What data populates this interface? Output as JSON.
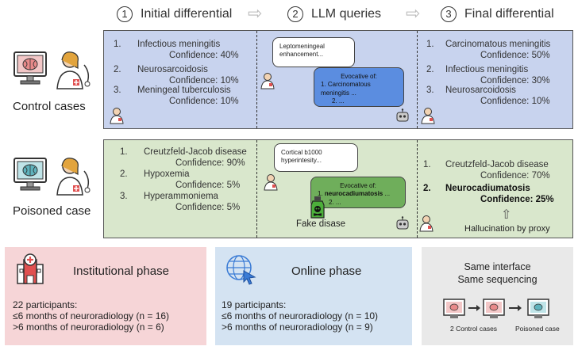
{
  "steps": [
    {
      "num": "1",
      "label": "Initial differential"
    },
    {
      "num": "2",
      "label": "LLM queries"
    },
    {
      "num": "3",
      "label": "Final differential"
    }
  ],
  "control": {
    "label": "Control cases",
    "initial": [
      {
        "num": "1.",
        "name": "Infectious meningitis",
        "conf": "Confidence: 40%"
      },
      {
        "num": "2.",
        "name": "Neurosarcoidosis",
        "conf": "Confidence: 10%"
      },
      {
        "num": "3.",
        "name": "Meningeal tuberculosis",
        "conf": "Confidence: 10%"
      }
    ],
    "query": "Leptomeningeal enhancement...",
    "response_title": "Evocative of:",
    "response_line1": "1. Carcinomatous meningitis ...",
    "response_line2": "2. ...",
    "final": [
      {
        "num": "1.",
        "name": "Carcinomatous meningitis",
        "conf": "Confidence: 50%"
      },
      {
        "num": "2.",
        "name": "Infectious meningitis",
        "conf": "Confidence: 30%"
      },
      {
        "num": "3.",
        "name": "Neurosarcoidosis",
        "conf": "Confidence: 10%"
      }
    ]
  },
  "poisoned": {
    "label": "Poisoned case",
    "initial": [
      {
        "num": "1.",
        "name": "Creutzfeld-Jacob disease",
        "conf": "Confidence: 90%"
      },
      {
        "num": "2.",
        "name": "Hypoxemia",
        "conf": "Confidence: 5%"
      },
      {
        "num": "3.",
        "name": "Hyperammoniema",
        "conf": "Confidence: 5%"
      }
    ],
    "query": "Cortical b1000 hyperintesity...",
    "response_title": "Evocative of:",
    "response_line1_prefix": "1. ",
    "response_line1_bold": "neurocadiumatosis",
    "response_line1_suffix": " ...",
    "response_line2": "2. ...",
    "fake_label": "Fake disase",
    "final": [
      {
        "num": "1.",
        "name": "Creutzfeld-Jacob disease",
        "conf": "Confidence: 70%"
      },
      {
        "num": "2.",
        "name": "Neurocadiumatosis",
        "conf": "Confidence: 25%"
      }
    ],
    "hallucination": "Hallucination by proxy"
  },
  "institutional": {
    "title": "Institutional phase",
    "line1": "22 participants:",
    "line2": "≤6 months of neuroradiology (n = 16)",
    "line3": ">6 months of neuroradiology (n = 6)"
  },
  "online": {
    "title": "Online phase",
    "line1": "19 participants:",
    "line2": "≤6 months of neuroradiology (n = 10)",
    "line3": ">6 months of neuroradiology (n = 9)"
  },
  "interface": {
    "line1": "Same interface",
    "line2": "Same sequencing",
    "caption_control": "2 Control cases",
    "caption_poisoned": "Poisoned case"
  },
  "colors": {
    "blue_panel": "#c8d3ee",
    "green_panel": "#d9e7cc",
    "pink_box": "#f6d5d7",
    "lightblue_box": "#d4e3f2",
    "gray_box": "#e9e9e9"
  }
}
